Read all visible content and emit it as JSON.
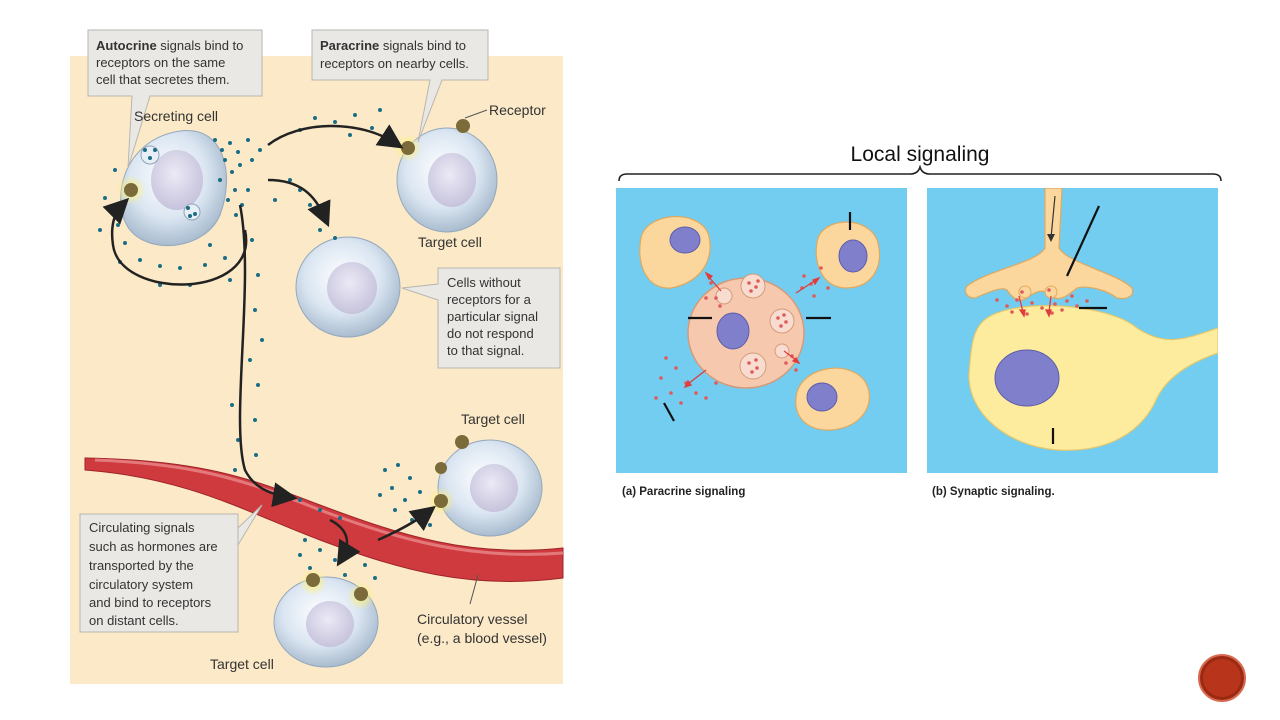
{
  "left_figure": {
    "autocrine_callout": {
      "bold": "Autocrine",
      "line1_rest": " signals bind to",
      "line2": "receptors on the same",
      "line3": "cell that secretes them."
    },
    "paracrine_callout": {
      "bold": "Paracrine",
      "line1_rest": " signals bind to",
      "line2": "receptors on nearby cells."
    },
    "secreting_cell_label": "Secreting cell",
    "receptor_label": "Receptor",
    "target_cell_label_1": "Target cell",
    "no_receptor_callout": [
      "Cells without",
      "receptors for a",
      "particular signal",
      "do not respond",
      "to that signal."
    ],
    "target_cell_label_2": "Target cell",
    "circulating_callout": [
      "Circulating signals",
      "such as hormones are",
      "transported by the",
      "circulatory system",
      "and bind to receptors",
      "on distant cells."
    ],
    "vessel_label": [
      "Circulatory vessel",
      "(e.g., a blood vessel)"
    ],
    "target_cell_label_3": "Target cell"
  },
  "right_figure": {
    "title": "Local signaling",
    "panel_a_caption": "(a) Paracrine signaling",
    "panel_b_caption": "(b) Synaptic signaling."
  },
  "colors": {
    "panel_bg": "#72cdf0",
    "left_bg": "#fbe9c8",
    "vessel": "#cf3a3e",
    "signal_dot": "#1a6d86",
    "nav_button": "#b8341a"
  }
}
